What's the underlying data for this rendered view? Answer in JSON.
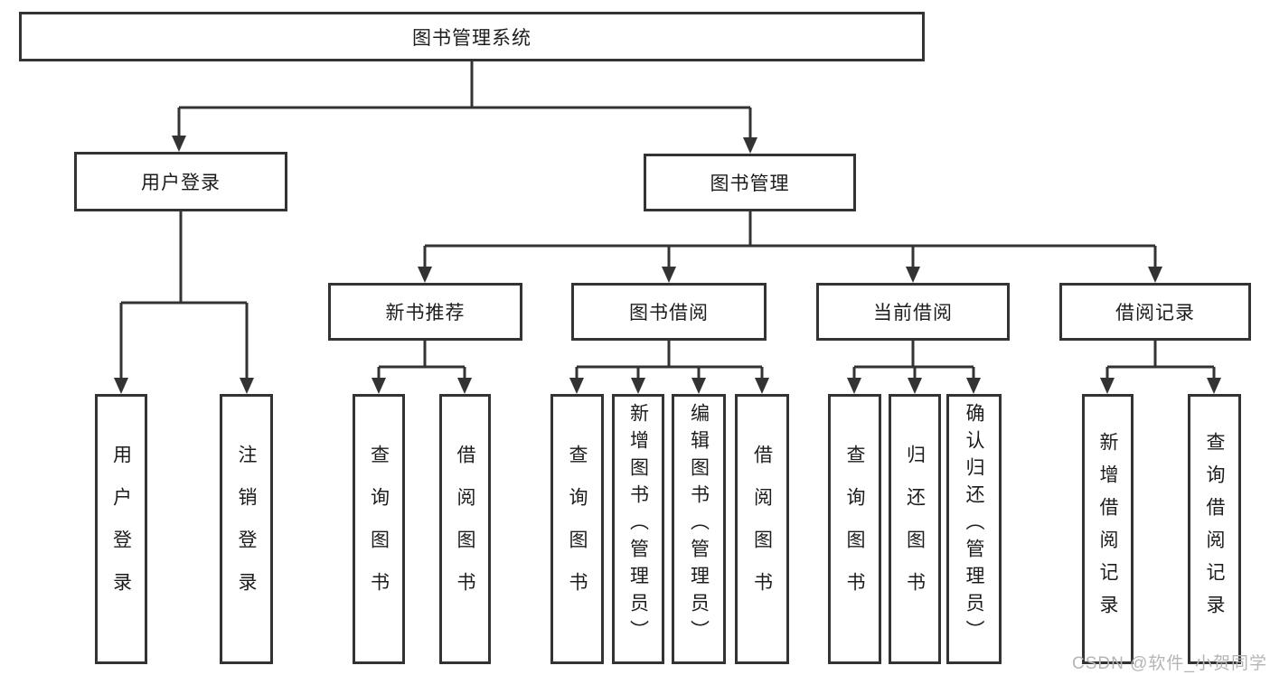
{
  "diagram": {
    "root": {
      "label": "图书管理系统"
    },
    "level2": [
      {
        "label": "用户登录"
      },
      {
        "label": "图书管理"
      }
    ],
    "level3": [
      {
        "label": "新书推荐"
      },
      {
        "label": "图书借阅"
      },
      {
        "label": "当前借阅"
      },
      {
        "label": "借阅记录"
      }
    ],
    "leaves": [
      {
        "label": "用户登录"
      },
      {
        "label": "注销登录"
      },
      {
        "label": "查询图书"
      },
      {
        "label": "借阅图书"
      },
      {
        "label": "查询图书"
      },
      {
        "label": "新增图书（管理员）"
      },
      {
        "label": "编辑图书（管理员）"
      },
      {
        "label": "借阅图书"
      },
      {
        "label": "查询图书"
      },
      {
        "label": "归还图书"
      },
      {
        "label": "确认归还（管理员）"
      },
      {
        "label": "新增借阅记录"
      },
      {
        "label": "查询借阅记录"
      }
    ]
  },
  "watermark": {
    "text": "CSDN @软件_小贺同学"
  },
  "colors": {
    "line": "#333333",
    "text": "#1c1c1c",
    "background": "#ffffff",
    "watermark": "#b5b5b5"
  }
}
